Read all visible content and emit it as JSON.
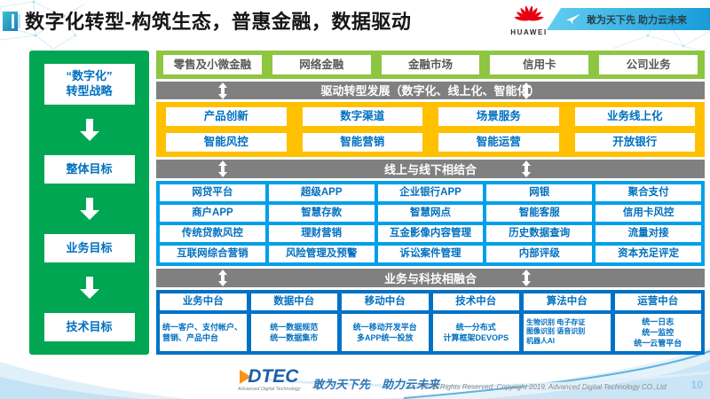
{
  "header": {
    "title": "数字化转型-构筑生态，普惠金融，数据驱动",
    "logo_text": "HUAWEI",
    "ribbon_text": "敢为天下先 助力云未来"
  },
  "strategy_panel": {
    "items": [
      "“数字化”\n转型战略",
      "整体目标",
      "业务目标",
      "技术目标"
    ]
  },
  "business_lines": [
    "零售及小微金融",
    "网络金融",
    "金融市场",
    "信用卡",
    "公司业务"
  ],
  "banners": {
    "drive": "驱动转型发展（数字化、线上化、智能化）",
    "online_offline": "线上与线下相结合",
    "tech_fusion": "业务与科技相融合"
  },
  "capabilities": {
    "row1": [
      "产品创新",
      "数字渠道",
      "场景服务",
      "业务线上化"
    ],
    "row2": [
      "智能风控",
      "智能营销",
      "智能运营",
      "开放银行"
    ]
  },
  "channels": {
    "row1": [
      "网贷平台",
      "超级APP",
      "企业银行APP",
      "网银",
      "聚合支付"
    ],
    "row2": [
      "商户APP",
      "智慧存款",
      "智慧网点",
      "智能客服",
      "信用卡风控"
    ],
    "row3": [
      "传统贷款风控",
      "理财营销",
      "互金影像内容管理",
      "历史数据查询",
      "流量对接"
    ],
    "row4": [
      "互联网综合营销",
      "风险管理及预警",
      "诉讼案件管理",
      "内部评级",
      "资本充足评定"
    ]
  },
  "platforms": [
    {
      "title": "业务中台",
      "detail": "统一客户、支付帐户、营销、产品中台"
    },
    {
      "title": "数据中台",
      "detail": "统一数据规范\n统一数据集市"
    },
    {
      "title": "移动中台",
      "detail": "统一移动开发平台\n多APP统一投放"
    },
    {
      "title": "技术中台",
      "detail": "统一分布式\n计算框架DEVOPS"
    },
    {
      "title": "算法中台",
      "detail": "生物识别 电子存证\n图像识别 语音识别\n机器人AI"
    },
    {
      "title": "运营中台",
      "detail": "统一日志\n统一监控\n统一云管平台"
    }
  ],
  "footer": {
    "logo": "DTEC",
    "logo_sub": "Advanced Digital Technology",
    "slogan": "敢为天下先　助力云未来",
    "copyright": "© All Rights Reserved. Copyright 2019, Advanced Digital Technology CO.,Ltd",
    "page": "10"
  },
  "colors": {
    "green_dark": "#00A651",
    "green_light": "#8EC641",
    "gray_banner": "#808080",
    "yellow": "#FFC000",
    "blue_bright": "#00A0E9",
    "blue_deep": "#0072C6",
    "text_blue": "#0070C0",
    "huawei_red": "#E60012"
  }
}
